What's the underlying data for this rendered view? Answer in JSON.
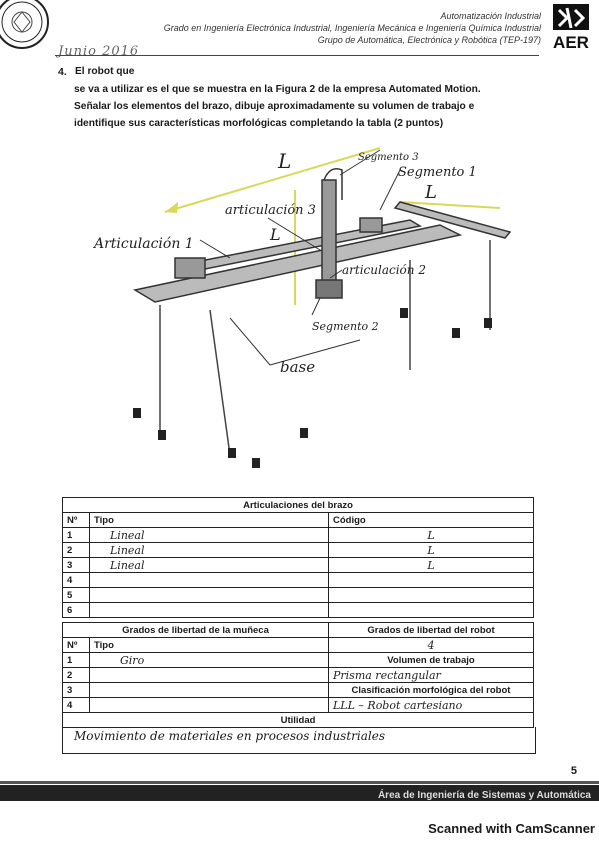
{
  "header": {
    "line1": "Automatización Industrial",
    "line2": "Grado en Ingeniería Electrónica Industrial, Ingeniería Mecánica e Ingeniería Química Industrial",
    "line3": "Grupo de Automática, Electrónica y Robótica (TEP-197)",
    "logo_text": "AER",
    "handwritten_date": "Junio 2016"
  },
  "question": {
    "number": "4.",
    "line1": "El robot que",
    "line2": "se va a utilizar es el que se muestra en la Figura 2 de la empresa Automated Motion.",
    "line3": "Señalar los elementos del brazo, dibuje aproximadamente su volumen de trabajo e",
    "line4": "identifique sus características morfológicas completando la tabla (2 puntos)"
  },
  "annotations": {
    "L_top": "L",
    "L_right": "L",
    "L_mid": "L",
    "segmento3": "Segmento 3",
    "segmento1": "Segmento 1",
    "articulacion3": "articulación 3",
    "articulacion1": "Articulación 1",
    "articulacion2": "articulación 2",
    "segmento2": "Segmento 2",
    "base": "base"
  },
  "table1": {
    "title": "Articulaciones del brazo",
    "col_no": "Nº",
    "col_tipo": "Tipo",
    "col_codigo": "Código",
    "rows": [
      {
        "n": "1",
        "tipo": "Lineal",
        "codigo": "L"
      },
      {
        "n": "2",
        "tipo": "Lineal",
        "codigo": "L"
      },
      {
        "n": "3",
        "tipo": "Lineal",
        "codigo": "L"
      },
      {
        "n": "4",
        "tipo": "",
        "codigo": ""
      },
      {
        "n": "5",
        "tipo": "",
        "codigo": ""
      },
      {
        "n": "6",
        "tipo": "",
        "codigo": ""
      }
    ]
  },
  "table2": {
    "title": "Grados de libertad de la muñeca",
    "col_no": "Nº",
    "col_tipo": "Tipo",
    "rows": [
      {
        "n": "1",
        "tipo": "Giro"
      },
      {
        "n": "2",
        "tipo": ""
      },
      {
        "n": "3",
        "tipo": ""
      },
      {
        "n": "4",
        "tipo": ""
      }
    ],
    "right": {
      "gdl_label": "Grados de libertad del robot",
      "gdl_value": "4",
      "volumen_label": "Volumen de trabajo",
      "volumen_value": "Prisma rectangular",
      "clasif_label": "Clasificación morfológica del robot",
      "clasif_value": "LLL – Robot cartesiano"
    }
  },
  "utilidad": {
    "label": "Utilidad",
    "value": "Movimiento de materiales en procesos industriales"
  },
  "footer": {
    "page_number": "5",
    "bar_text": "Área de Ingeniería de Sistemas y Automática",
    "scanner": "Scanned with CamScanner"
  },
  "colors": {
    "highlight": "#d8d85a",
    "ink": "#222222"
  }
}
